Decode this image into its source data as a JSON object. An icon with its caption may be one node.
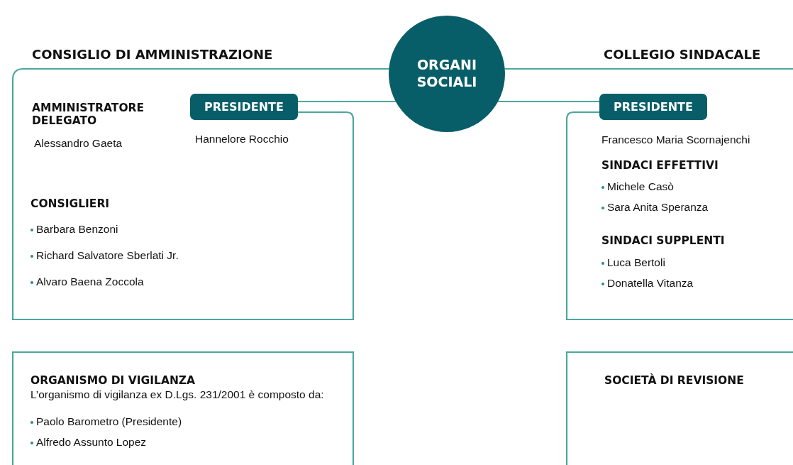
{
  "diagram": {
    "nodes": [
      {
        "text": [
          "ORGANI SOCIALI"
        ]
      },
      {
        "text": [
          "CONSIGLIO DI AMMINISTRAZIONE",
          "AMMINISTRATORE DELEGATO",
          "Alessandro Gaeta",
          "CONSIGLIERI",
          "Barbara Benzoni",
          "Richard Salvatore Sberlati Jr.",
          "Alvaro Baena Zoccola"
        ]
      },
      {
        "text": [
          "PRESIDENTE"
        ],
        "in": 1,
        "beside": [
          "Hannelore Rocchio"
        ]
      },
      {
        "text": [
          "COLLEGIO SINDACALE",
          "SINDACI EFFETTIVI",
          "Michele Casò",
          "Sara Anita Speranza",
          "SINDACI SUPPLENTI",
          "Luca Bertoli",
          "Donatella Vitanza"
        ]
      },
      {
        "text": [
          "PRESIDENTE"
        ],
        "in": 3,
        "beside": [
          "Francesco Maria Scornajenchi"
        ]
      },
      {
        "text": [
          "ORGANISMO DI VIGILANZA",
          "L’organismo di vigilanza ex D.Lgs. 231/2001 è composto da:",
          "Paolo Barometro (Presidente)",
          "Alfredo Assunto Lopez"
        ]
      },
      {
        "text": [
          "SOCIETÀ DI REVISIONE"
        ]
      }
    ],
    "edges": [
      {
        "from": 1,
        "to": 0,
        "arrow": "none"
      },
      {
        "from": 2,
        "to": 0,
        "arrow": "none"
      },
      {
        "from": 0,
        "to": 3,
        "arrow": "none"
      },
      {
        "from": 4,
        "to": 0,
        "arrow": "none"
      }
    ]
  }
}
